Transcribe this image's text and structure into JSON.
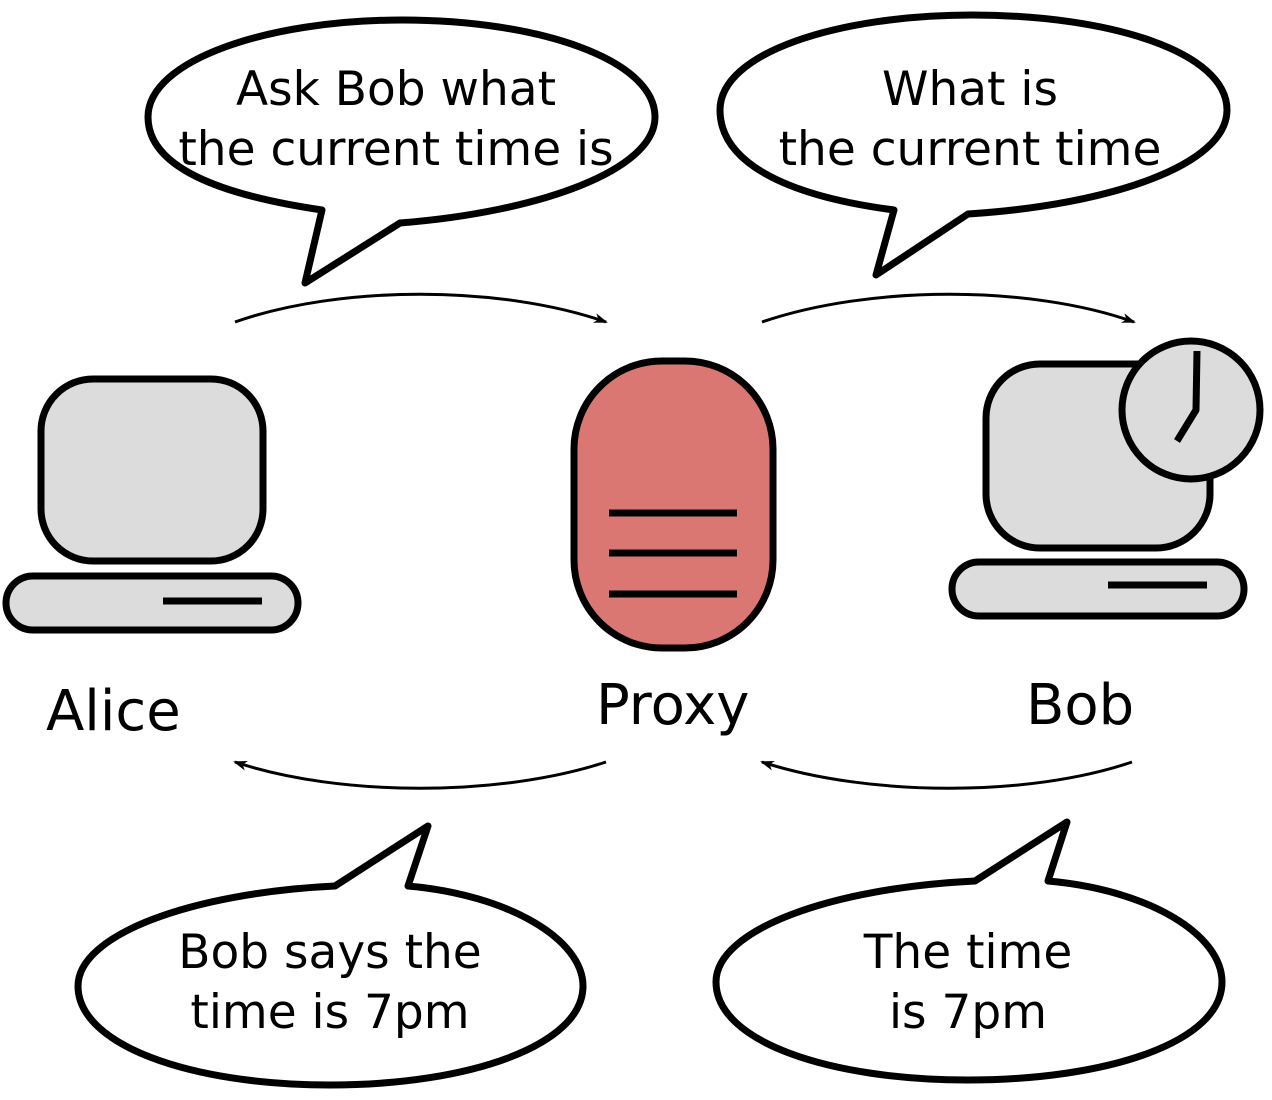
{
  "colors": {
    "device_fill": "#dcdcdc",
    "proxy_fill": "#db7773",
    "stroke": "#000000",
    "bubble_fill": "#ffffff"
  },
  "nodes": {
    "alice": {
      "label": "Alice",
      "icon": "computer-icon"
    },
    "proxy": {
      "label": "Proxy",
      "icon": "server-icon"
    },
    "bob": {
      "label": "Bob",
      "icon": "computer-with-clock-icon"
    }
  },
  "messages": {
    "alice_to_proxy": {
      "line1": "Ask Bob what",
      "line2": "the current time is"
    },
    "proxy_to_bob": {
      "line1": "What is",
      "line2": "the current time"
    },
    "proxy_to_alice": {
      "line1": "Bob says the",
      "line2": "time is 7pm"
    },
    "bob_to_proxy": {
      "line1": "The time",
      "line2": "is 7pm"
    }
  }
}
